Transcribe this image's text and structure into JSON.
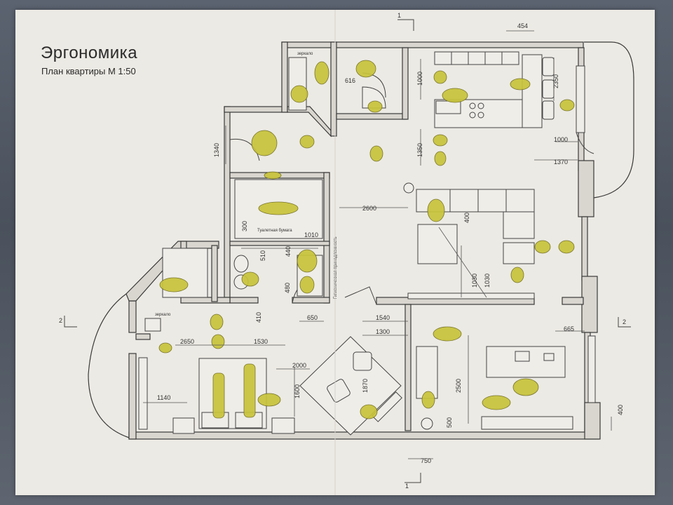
{
  "title": "Эргономика",
  "subtitle": "План квартиры М 1:50",
  "dimensions": {
    "d454": "454",
    "d616": "616",
    "d1000a": "1000",
    "d2350": "2350",
    "d1340": "1340",
    "d1350": "1350",
    "d1000b": "1000",
    "d1370": "1370",
    "d2600": "2600",
    "d300": "300",
    "d1010": "1010",
    "d400a": "400",
    "d510": "510",
    "d440": "440",
    "d480": "480",
    "d1030a": "1030",
    "d1030b": "1030",
    "d410": "410",
    "d650": "650",
    "d1540": "1540",
    "d1300": "1300",
    "d665": "665",
    "d2650": "2650",
    "d1530": "1530",
    "d2000": "2000",
    "d1600": "1600",
    "d1870": "1870",
    "d2500": "2500",
    "d1140": "1140",
    "d500": "500",
    "d400b": "400",
    "d750": "750"
  },
  "labels": {
    "mirror_top": "зеркало",
    "mirror_left": "зеркало",
    "toilet_label": "Туалетная бумага",
    "vertical_note": "Гигиеническая принадлежность"
  },
  "section_marks": {
    "top": "1",
    "bottom": "1",
    "left": "2",
    "right": "2"
  },
  "colors": {
    "figure": "#c8c33a",
    "wall": "#d9d6cf",
    "paper": "#eceae4"
  }
}
